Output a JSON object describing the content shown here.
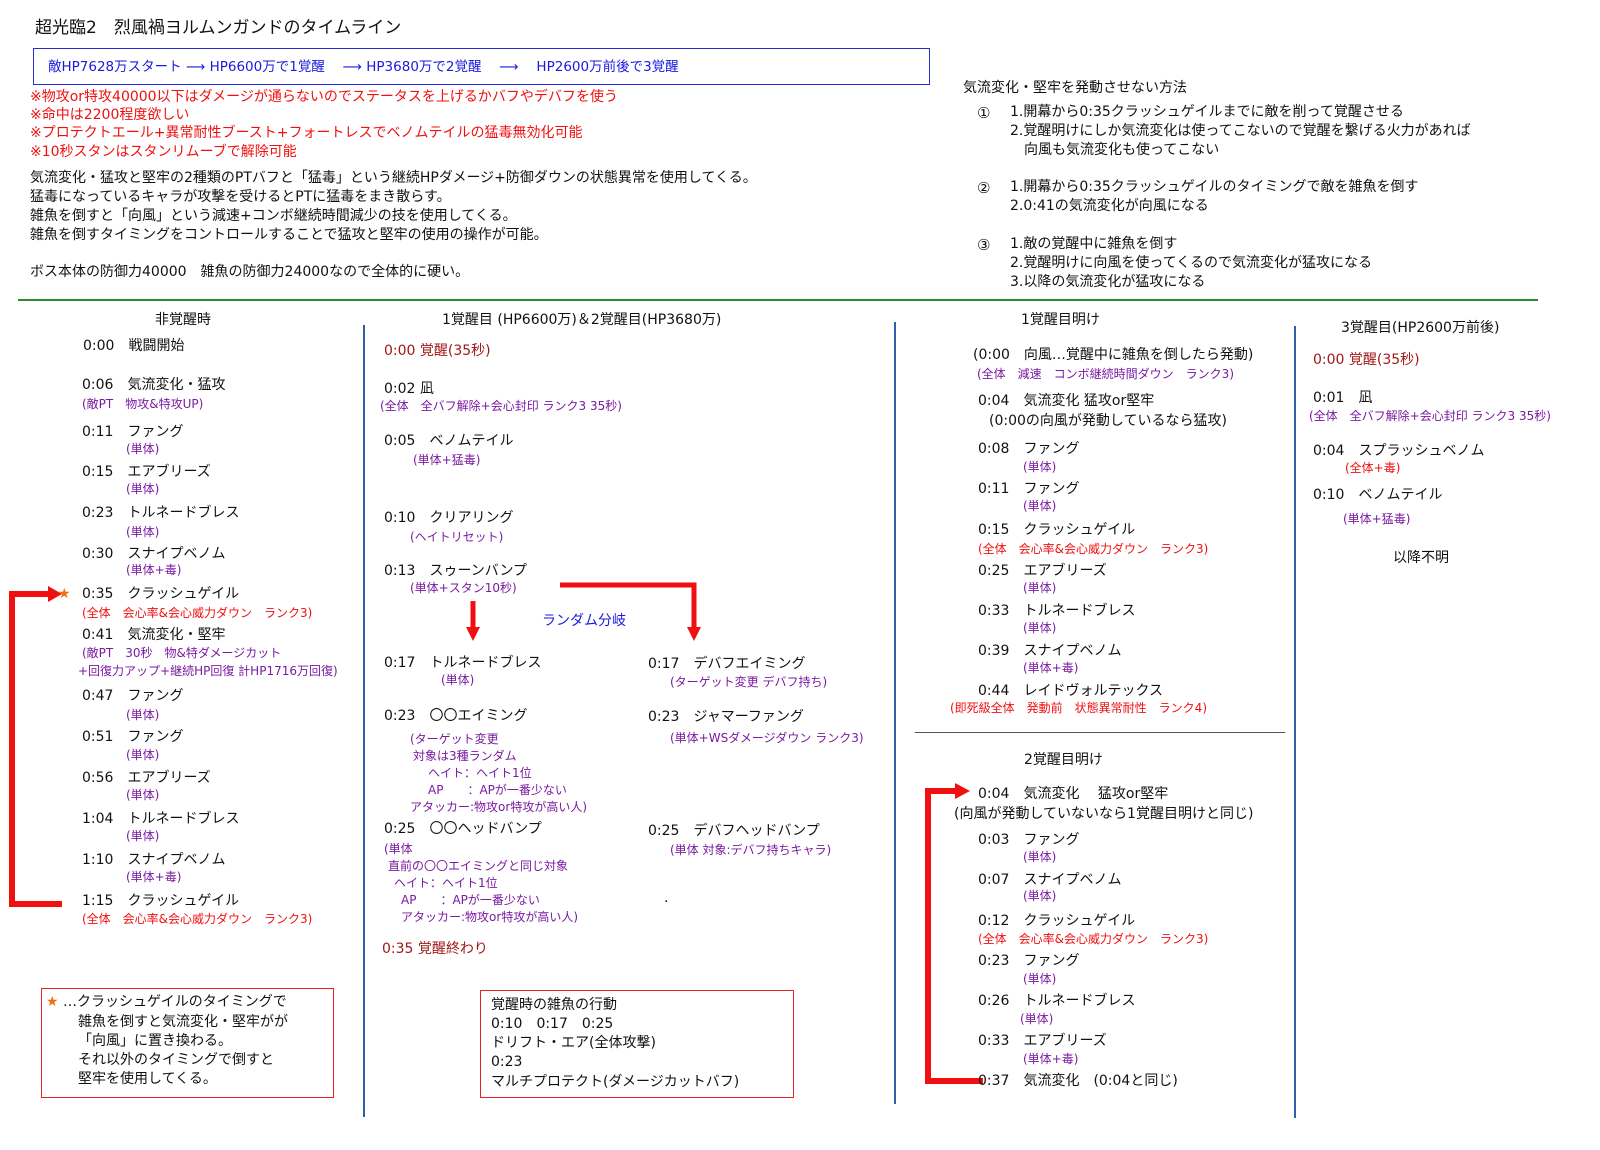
{
  "title": "超光臨2　烈風禍ヨルムンガンドのタイムライン",
  "intro": "敵HP7628万スタート ⟶ HP6600万で1覚醒 　⟶ HP3680万で2覚醒 　⟶ 　HP2600万前後で3覚醒",
  "notes_red": [
    "※物攻or特攻40000以下はダメージが通らないのでステータスを上げるかバフやデバフを使う",
    "※命中は2200程度欲しい",
    "※プロテクトエール+異常耐性ブースト+フォートレスでベノムテイルの猛毒無効化可能",
    "※10秒スタンはスタンリムーブで解除可能"
  ],
  "notes_black": [
    "気流変化・猛攻と堅牢の2種類のPTバフと「猛毒」という継続HPダメージ+防御ダウンの状態異常を使用してくる。",
    "猛毒になっているキャラが攻撃を受けるとPTに猛毒をまき散らす。",
    "雑魚を倒すと「向風」という減速+コンボ継続時間減少の技を使用してくる。",
    "雑魚を倒すタイミングをコントロールすることで猛攻と堅牢の使用の操作が可能。",
    "",
    "ボス本体の防御力40000　雑魚の防御力24000なので全体的に硬い。"
  ],
  "method": {
    "title": "気流変化・堅牢を発動させない方法",
    "m1_num": "①",
    "m1": [
      "1.開幕から0:35クラッシュゲイルまでに敵を削って覚醒させる",
      "2.覚醒明けにしか気流変化は使ってこないので覚醒を繋げる火力があれば",
      "　向風も気流変化も使ってこない"
    ],
    "m2_num": "②",
    "m2": [
      "1.開幕から0:35クラッシュゲイルのタイミングで敵を雑魚を倒す",
      "2.0:41の気流変化が向風になる"
    ],
    "m3_num": "③",
    "m3": [
      "1.敵の覚醒中に雑魚を倒す",
      "2.覚醒明けに向風を使ってくるので気流変化が猛攻になる",
      "3.以降の気流変化が猛攻になる"
    ]
  },
  "col1": {
    "header": "非覚醒時",
    "e0": "0:00　戦闘開始",
    "e1": "0:06　気流変化・猛攻",
    "e1s": "(敵PT　物攻&特攻UP)",
    "e2": "0:11　ファング",
    "e2s": "(単体)",
    "e3": "0:15　エアブリーズ",
    "e3s": "(単体)",
    "e4": "0:23　トルネードブレス",
    "e4s": "(単体)",
    "e5": "0:30　スナイプベノム",
    "e5s": "(単体+毒)",
    "star": "★",
    "e6": "0:35　クラッシュゲイル",
    "e6s": "(全体　会心率&会心威力ダウン　ランク3)",
    "e7": "0:41　気流変化・堅牢",
    "e7s1": "(敵PT　30秒　物&特ダメージカット",
    "e7s2": "+回復力アップ+継続HP回復 計HP1716万回復)",
    "e8": "0:47　ファング",
    "e8s": "(単体)",
    "e9": "0:51　ファング",
    "e9s": "(単体)",
    "e10": "0:56　エアブリーズ",
    "e10s": "(単体)",
    "e11": "1:04　トルネードブレス",
    "e11s": "(単体)",
    "e12": "1:10　スナイプベノム",
    "e12s": "(単体+毒)",
    "e13": "1:15　クラッシュゲイル",
    "e13s": "(全体　会心率&会心威力ダウン　ランク3)"
  },
  "starnote": {
    "star": "★",
    "l1": "…クラッシュゲイルのタイミングで",
    "l2": "雑魚を倒すと気流変化・堅牢がが",
    "l3": "「向風」に置き換わる。",
    "l4": "それ以外のタイミングで倒すと",
    "l5": "堅牢を使用してくる。"
  },
  "col2": {
    "header": "1覚醒目 (HP6600万)＆2覚醒目(HP3680万)",
    "e0": "0:00 覚醒(35秒)",
    "e1": "0:02 凪",
    "e1s": "(全体　全バフ解除+会心封印 ランク3 35秒)",
    "e2": "0:05　ベノムテイル",
    "e2s": "(単体+猛毒)",
    "e3": "0:10　クリアリング",
    "e3s": "(ヘイトリセット)",
    "e4": "0:13　スゥーンバンプ",
    "e4s": "(単体+スタン10秒)",
    "branch": "ランダム分岐",
    "a1": "0:17　トルネードブレス",
    "a1s": "(単体)",
    "a2": "0:23　〇〇エイミング",
    "a2s1": "(ターゲット変更",
    "a2s2": "対象は3種ランダム",
    "a2s3": "ヘイト：ヘイト1位",
    "a2s4": "AP　　：APが一番少ない",
    "a2s5": "アタッカー:物攻or特攻が高い人)",
    "a3": "0:25　〇〇ヘッドバンプ",
    "a3s1": "(単体",
    "a3s2": "直前の〇〇エイミングと同じ対象",
    "a3s3": "ヘイト：ヘイト1位",
    "a3s4": "AP　　：APが一番少ない",
    "a3s5": "アタッカー:物攻or特攻が高い人)",
    "b1": "0:17　デバフエイミング",
    "b1s": "(ターゲット変更 デバフ持ち)",
    "b2": "0:23　ジャマーファング",
    "b2s": "(単体+WSダメージダウン ランク3)",
    "b3": "0:25　デバフヘッドバンプ",
    "b3s": "(単体 対象:デバフ持ちキャラ)",
    "dot": ".",
    "end": "0:35 覚醒終わり"
  },
  "minion": {
    "l1": "覚醒時の雑魚の行動",
    "l2": "0:10　0:17　0:25",
    "l3": "ドリフト・エア(全体攻撃)",
    "l4": "0:23",
    "l5": "マルチプロテクト(ダメージカットバフ)"
  },
  "col3": {
    "header": "1覚醒目明け",
    "e0": "(0:00　向風…覚醒中に雑魚を倒したら発動)",
    "e0s": "(全体　減速　コンボ継続時間ダウン　ランク3)",
    "e1": "0:04　気流変化 猛攻or堅牢",
    "e1b": "(0:00の向風が発動しているなら猛攻)",
    "e2": "0:08　ファング",
    "e2s": "(単体)",
    "e3": "0:11　ファング",
    "e3s": "(単体)",
    "e4": "0:15　クラッシュゲイル",
    "e4s": "(全体　会心率&会心威力ダウン　ランク3)",
    "e5": "0:25　エアブリーズ",
    "e5s": "(単体)",
    "e6": "0:33　トルネードブレス",
    "e6s": "(単体)",
    "e7": "0:39　スナイプベノム",
    "e7s": "(単体+毒)",
    "e8": "0:44　レイドヴォルテックス",
    "e8s": "(即死級全体　発動前　状態異常耐性　ランク4)"
  },
  "col4": {
    "header": "2覚醒目明け",
    "e0": "0:04　気流変化　 猛攻or堅牢",
    "e0b": "(向風が発動していないなら1覚醒目明けと同じ)",
    "e1": "0:03　ファング",
    "e1s": "(単体)",
    "e2": "0:07　スナイプベノム",
    "e2s": "(単体)",
    "e3": "0:12　クラッシュゲイル",
    "e3s": "(全体　会心率&会心威力ダウン　ランク3)",
    "e4": "0:23　ファング",
    "e4s": "(単体)",
    "e5": "0:26　トルネードブレス",
    "e5s": "(単体)",
    "e6": "0:33　エアブリーズ",
    "e6s": "(単体+毒)",
    "e7": "0:37　気流変化　(0:04と同じ)"
  },
  "col5": {
    "header": "3覚醒目(HP2600万前後)",
    "e0": "0:00 覚醒(35秒)",
    "e1": "0:01　凪",
    "e1s": "(全体　全バフ解除+会心封印 ランク3 35秒)",
    "e2": "0:04　スプラッシュベノム",
    "e2s": "(全体+毒)",
    "e3": "0:10　ベノムテイル",
    "e3s": "(単体+猛毒)",
    "end": "以降不明"
  },
  "colors": {
    "red": "#f01010",
    "purple": "#7a1aa0",
    "blue": "#1a1ae0",
    "green": "#2e8b2e",
    "divider": "#2f5fa8"
  }
}
